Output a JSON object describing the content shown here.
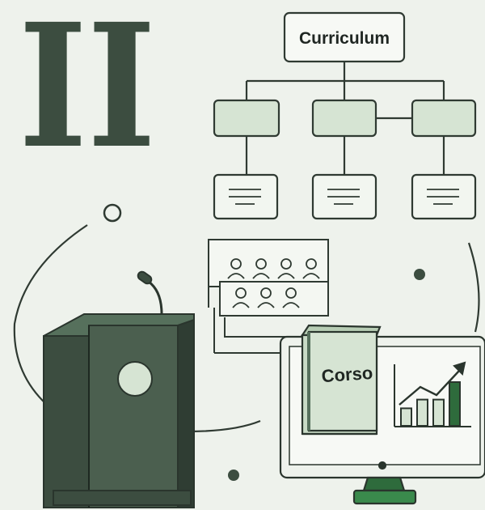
{
  "numeral": "II",
  "curriculum": {
    "title": "Curriculum"
  },
  "book": {
    "title": "Corso"
  },
  "chart_data": {
    "type": "bar",
    "values": [
      2,
      3,
      3,
      5
    ],
    "trend": "up"
  },
  "colors": {
    "background": "#eef2ec",
    "dark_green": "#3c4d40",
    "mid_green": "#56705c",
    "light_green": "#d6e4d3",
    "box_fill": "#e2ebdf",
    "accent_green": "#2e6b3c",
    "line": "#2f3a32"
  },
  "icons": [
    "roman-numeral-two",
    "curriculum-tree",
    "lecture-hall-icon",
    "podium-icon",
    "microphone-icon",
    "book-icon",
    "monitor-icon",
    "bar-chart-icon"
  ]
}
